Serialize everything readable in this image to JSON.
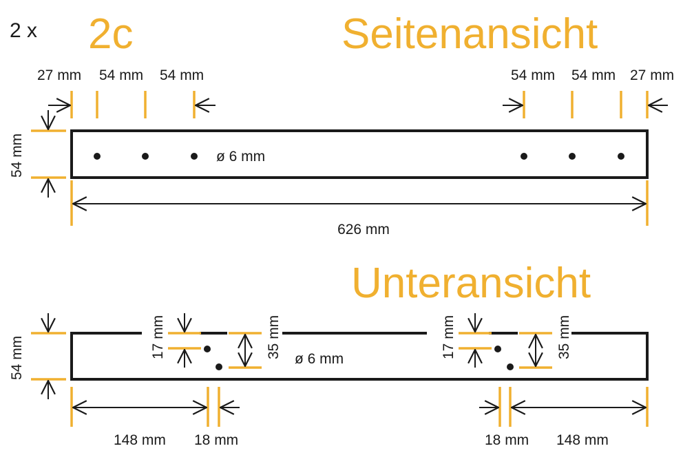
{
  "quantity": "2 x",
  "part_code": "2c",
  "side_view": {
    "title": "Seitenansicht",
    "spacing_left": [
      "27 mm",
      "54 mm",
      "54 mm"
    ],
    "spacing_right": [
      "54 mm",
      "54 mm",
      "27 mm"
    ],
    "height": "54 mm",
    "hole_diameter": "ø 6 mm",
    "length": "626 mm"
  },
  "bottom_view": {
    "title": "Unteransicht",
    "height": "54 mm",
    "left": {
      "offset_a": "17 mm",
      "offset_b": "35 mm",
      "distance": "148 mm",
      "gap": "18 mm"
    },
    "right": {
      "offset_a": "17 mm",
      "offset_b": "35 mm",
      "distance": "148 mm",
      "gap": "18 mm"
    },
    "hole_diameter": "ø 6 mm"
  },
  "colors": {
    "accent": "#f0b030",
    "ink": "#1a1a1a"
  }
}
